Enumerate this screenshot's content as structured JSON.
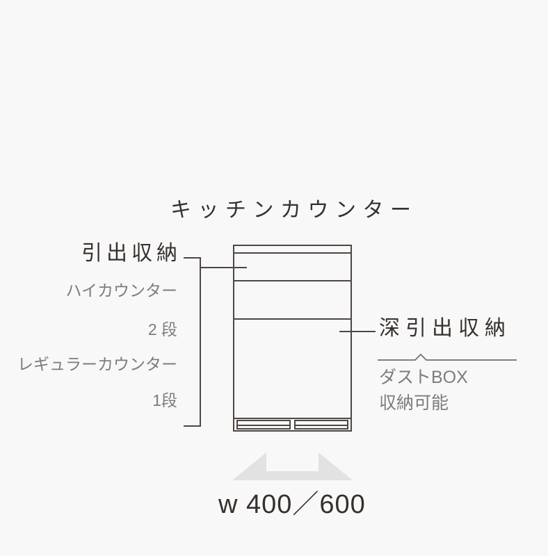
{
  "colors": {
    "background": "#f8f8f8",
    "dark_text": "#37302c",
    "gray_text": "#7c7c7c",
    "dark_line": "#4d4643",
    "gray_line": "#7f7e82",
    "arrow_fill": "#e2e2e3"
  },
  "title": "キッチンカウンター",
  "left_annotations": {
    "drawer_storage": "引出収納",
    "high_counter": "ハイカウンター",
    "high_counter_tiers": "2 段",
    "regular_counter": "レギュラーカウンター",
    "regular_counter_tiers": "1段"
  },
  "right_annotations": {
    "deep_drawer_storage": "深引出収納",
    "dust_box_note_line1": "ダストBOX",
    "dust_box_note_line2": "収納可能"
  },
  "dimension": {
    "width_label": "w 400／600"
  },
  "icons": {
    "width_arrow": "double-headed-horizontal-arrow"
  }
}
